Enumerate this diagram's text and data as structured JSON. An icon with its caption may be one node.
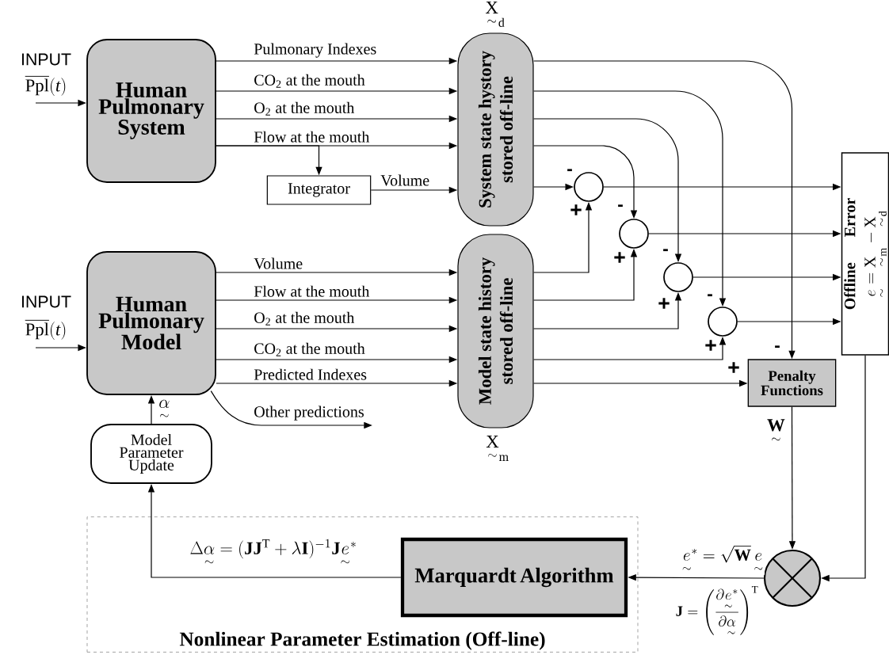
{
  "diagram": {
    "nodes": [
      {
        "text": [
          "Human Pulmonary System"
        ]
      },
      {
        "text": [
          "Integrator"
        ]
      },
      {
        "text": [
          "System state hystory stored off-line"
        ],
        "beside": [
          "\\underset{\\sim}{\\mathrm{X}}_{\\mathrm{d}}"
        ]
      },
      {
        "text": [
          "Human Pulmonary Model"
        ]
      },
      {
        "text": [
          "Model state history stored off-line"
        ],
        "beside": [
          "\\underset{\\sim}{\\mathrm{X}}_{\\mathrm{m}}"
        ]
      },
      {
        "text": [],
        "shape": "circle"
      },
      {
        "text": [],
        "shape": "circle"
      },
      {
        "text": [],
        "shape": "circle"
      },
      {
        "text": [],
        "shape": "circle"
      },
      {
        "text": [
          "Penalty Functions"
        ]
      },
      {
        "text": [
          "Offline",
          "Error",
          "\\underset{\\sim}{e}=\\underset{\\sim}{\\mathrm{X}}_{\\mathrm{m}}-\\underset{\\sim}{\\mathrm{X}}_{\\mathrm{d}}"
        ]
      },
      {
        "text": [
          "Model Parameter Update"
        ]
      },
      {
        "text": [
          "Nonlinear Parameter Estimation (Off-line)"
        ]
      },
      {
        "text": [
          "Marquardt Algorithm"
        ],
        "in": 12
      },
      {
        "text": [],
        "shape": "circle"
      }
    ],
    "edges": [
      {
        "from": null,
        "to": 0,
        "arrow": "to"
      },
      {
        "from": 0,
        "to": 2,
        "arrow": "to",
        "label": "Pulmonary Indexes"
      },
      {
        "from": 0,
        "to": 2,
        "arrow": "to",
        "label": "CO$_{2}$ at the mouth"
      },
      {
        "from": 0,
        "to": 2,
        "arrow": "to",
        "label": "O$_{2}$ at the mouth"
      },
      {
        "from": 0,
        "to": 2,
        "arrow": "to",
        "label": "Flow at the mouth"
      },
      {
        "from": 0,
        "to": 1,
        "arrow": "to"
      },
      {
        "from": 1,
        "to": 2,
        "arrow": "to",
        "label": "Volume"
      },
      {
        "from": 2,
        "to": 9,
        "arrow": "to"
      },
      {
        "from": 2,
        "to": 8,
        "arrow": "to"
      },
      {
        "from": 2,
        "to": 7,
        "arrow": "to"
      },
      {
        "from": 2,
        "to": 6,
        "arrow": "to"
      },
      {
        "from": 2,
        "to": 5,
        "arrow": "to"
      },
      {
        "from": null,
        "to": 3,
        "arrow": "to"
      },
      {
        "from": 3,
        "to": 4,
        "arrow": "to",
        "label": "Volume"
      },
      {
        "from": 3,
        "to": 4,
        "arrow": "to",
        "label": "Flow at the mouth"
      },
      {
        "from": 3,
        "to": 4,
        "arrow": "to",
        "label": "O$_{2}$ at the mouth"
      },
      {
        "from": 3,
        "to": 4,
        "arrow": "to",
        "label": "CO$_{2}$ at the mouth"
      },
      {
        "from": 3,
        "to": 4,
        "arrow": "to",
        "label": "Predicted Indexes"
      },
      {
        "from": 3,
        "to": null,
        "arrow": "to",
        "label": "Other predictions"
      },
      {
        "from": 4,
        "to": 5,
        "arrow": "to"
      },
      {
        "from": 4,
        "to": 6,
        "arrow": "to"
      },
      {
        "from": 4,
        "to": 7,
        "arrow": "to"
      },
      {
        "from": 4,
        "to": 8,
        "arrow": "to"
      },
      {
        "from": 4,
        "to": 9,
        "arrow": "to"
      },
      {
        "from": 5,
        "to": 10,
        "arrow": "to"
      },
      {
        "from": 6,
        "to": 10,
        "arrow": "to"
      },
      {
        "from": 7,
        "to": 10,
        "arrow": "to"
      },
      {
        "from": 8,
        "to": 10,
        "arrow": "to"
      },
      {
        "from": 11,
        "to": 3,
        "arrow": "to",
        "label": "\\underset{\\sim}{\\alpha}"
      },
      {
        "from": 9,
        "to": 14,
        "arrow": "to",
        "label": "\\underset{\\sim}{\\mathbf{W}}"
      },
      {
        "from": 10,
        "to": 14,
        "arrow": "to"
      },
      {
        "from": 14,
        "to": 13,
        "arrow": "to",
        "label": "\\underset{\\sim}{e}^{*}=\\sqrt{\\mathbf{W}}\\,\\underset{\\sim}{e}"
      },
      {
        "from": 13,
        "to": 11,
        "arrow": "to",
        "label": "\\Delta\\underset{\\sim}{\\alpha}=(\\mathbf{J}\\mathbf{J}^{\\mathrm{T}}+\\lambda\\mathbf{I})^{-1}\\mathbf{J}\\underset{\\sim}{e}^{*}"
      }
    ],
    "labels": [
      "INPUT",
      "\\overline{\\mathrm{Ppl}}(\\mathit{t})",
      "INPUT",
      "\\overline{\\mathrm{Ppl}}(\\mathit{t})",
      "-",
      "+",
      "-",
      "+",
      "-",
      "+",
      "-",
      "+",
      "-",
      "+",
      "\\mathbf{J}=\\left(\\frac{\\partial\\underset{\\sim}{e}^{*}}{\\partial\\underset{\\sim}{\\alpha}}\\right)^{\\mathrm{T}}"
    ]
  }
}
